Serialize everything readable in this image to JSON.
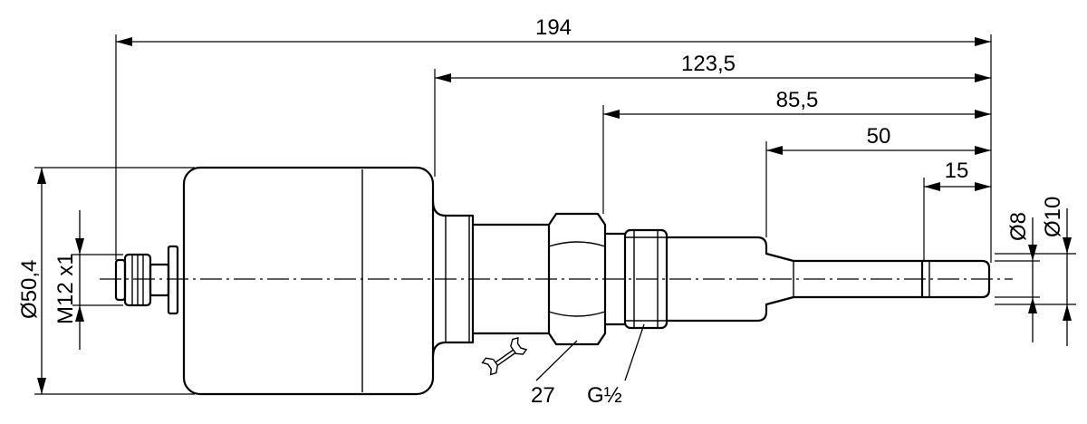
{
  "dimensions": {
    "overall_length": "194",
    "length_from_housing": "123,5",
    "length_from_hex": "85,5",
    "length_probe": "50",
    "length_tip": "15",
    "tip_diameter": "Ø8",
    "probe_diameter": "Ø10",
    "housing_diameter": "Ø50,4",
    "connector_thread": "M12 x1"
  },
  "callouts": {
    "wrench_size": "27",
    "process_thread": "G½"
  },
  "icons": {
    "wrench": "wrench-icon"
  }
}
